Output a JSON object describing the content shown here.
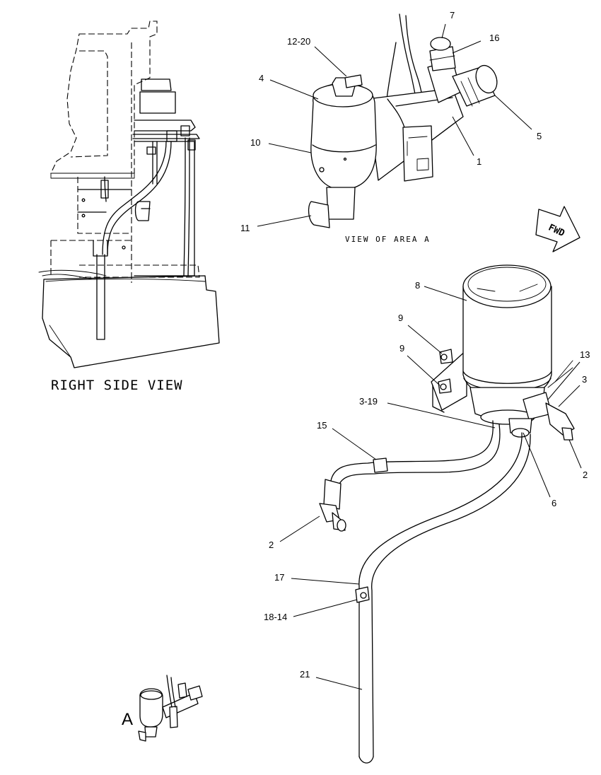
{
  "view_labels": {
    "right_side_view": "RIGHT SIDE VIEW",
    "view_of_area_a": "VIEW OF AREA A",
    "area_marker": "A",
    "fwd_arrow": "FWD"
  },
  "callouts": {
    "c7": "7",
    "c16": "16",
    "c12_20": "12-20",
    "c4": "4",
    "c5": "5",
    "c10": "10",
    "c1": "1",
    "c11": "11",
    "c8": "8",
    "c9a": "9",
    "c9b": "9",
    "c13": "13",
    "c3": "3",
    "c3_19": "3-19",
    "c15": "15",
    "c2a": "2",
    "c6": "6",
    "c2b": "2",
    "c17": "17",
    "c18_14": "18-14",
    "c21": "21"
  },
  "icons": {
    "fwd": "fwd-arrow-icon"
  }
}
